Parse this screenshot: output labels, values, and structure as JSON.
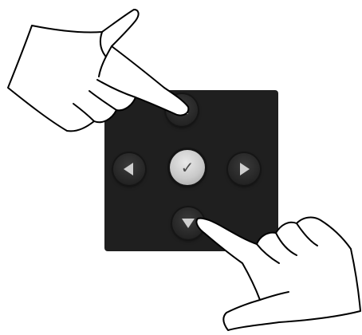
{
  "dpad": {
    "ok_glyph": "✓",
    "buttons": [
      "up",
      "down",
      "left",
      "right",
      "ok"
    ],
    "panel_color": "#1f1f1f",
    "button_color": "#2c2c2c",
    "ok_color": "#c9c9c9"
  },
  "illustration": {
    "hands": [
      "hand-pointing-top-left",
      "hand-pointing-bottom-right"
    ],
    "line_color": "#000000"
  }
}
